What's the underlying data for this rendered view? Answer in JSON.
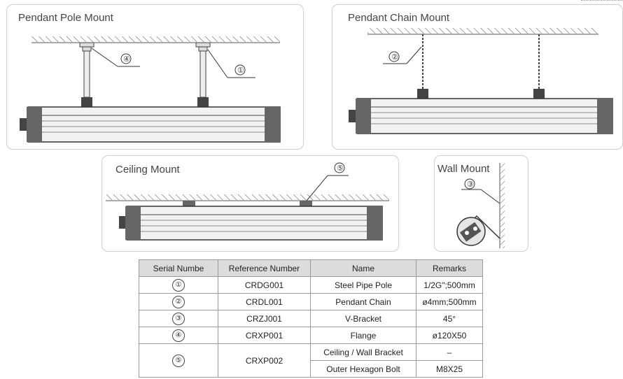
{
  "panels": {
    "pole": {
      "title": "Pendant Pole Mount",
      "callouts": [
        "④",
        "①"
      ]
    },
    "chain": {
      "title": "Pendant Chain Mount",
      "callouts": [
        "②"
      ]
    },
    "ceiling": {
      "title": "Ceiling Mount",
      "callouts": [
        "⑤"
      ]
    },
    "wall": {
      "title": "Wall Mount",
      "callouts": [
        "③"
      ]
    }
  },
  "table": {
    "headers": [
      "Serial Numbe",
      "Reference Number",
      "Name",
      "Remarks"
    ],
    "rows": [
      {
        "serial": "①",
        "ref": "CRDG001",
        "name": "Steel Pipe Pole",
        "remarks": "1/2G\";500mm"
      },
      {
        "serial": "②",
        "ref": "CRDL001",
        "name": "Pendant Chain",
        "remarks": "ø4mm;500mm"
      },
      {
        "serial": "③",
        "ref": "CRZJ001",
        "name": "V-Bracket",
        "remarks": "45°"
      },
      {
        "serial": "④",
        "ref": "CRXP001",
        "name": "Flange",
        "remarks": "ø120X50"
      },
      {
        "serial": "⑤",
        "ref": "CRXP002",
        "name": "Ceiling / Wall Bracket",
        "remarks": "–"
      },
      {
        "name": "Outer Hexagon Bolt",
        "remarks": "M8X25"
      }
    ]
  }
}
